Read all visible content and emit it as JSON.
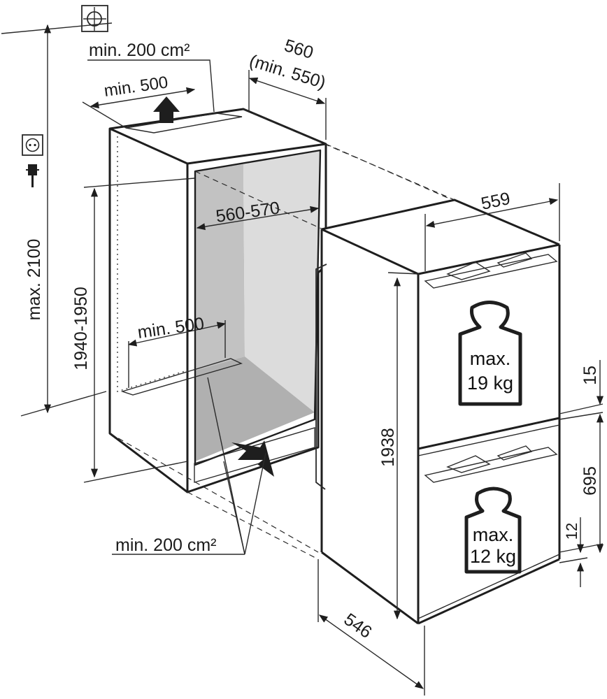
{
  "labels": {
    "vent_top_area": "min. 200 cm²",
    "vent_top_depth": "min. 500",
    "niche_depth": "560",
    "niche_depth_min": "(min. 550)",
    "niche_width": "560-570",
    "niche_height": "1940-1950",
    "socket_height": "max. 2100",
    "vent_bottom_depth": "min. 500",
    "vent_bottom_area": "min. 200 cm²",
    "appliance_width": "559",
    "appliance_height": "1938",
    "appliance_depth": "546",
    "upper_gap": "15",
    "lower_door_height": "695",
    "lower_gap": "12"
  },
  "upper_door_load": {
    "line1": "max.",
    "line2": "19 kg"
  },
  "lower_door_load": {
    "line1": "max.",
    "line2": "12 kg"
  },
  "icons": {
    "top": "ventilation-crosshair-icon",
    "socket": "power-socket-icon",
    "plug": "power-plug-icon",
    "weight_upper": "weight-icon",
    "weight_lower": "weight-icon"
  }
}
